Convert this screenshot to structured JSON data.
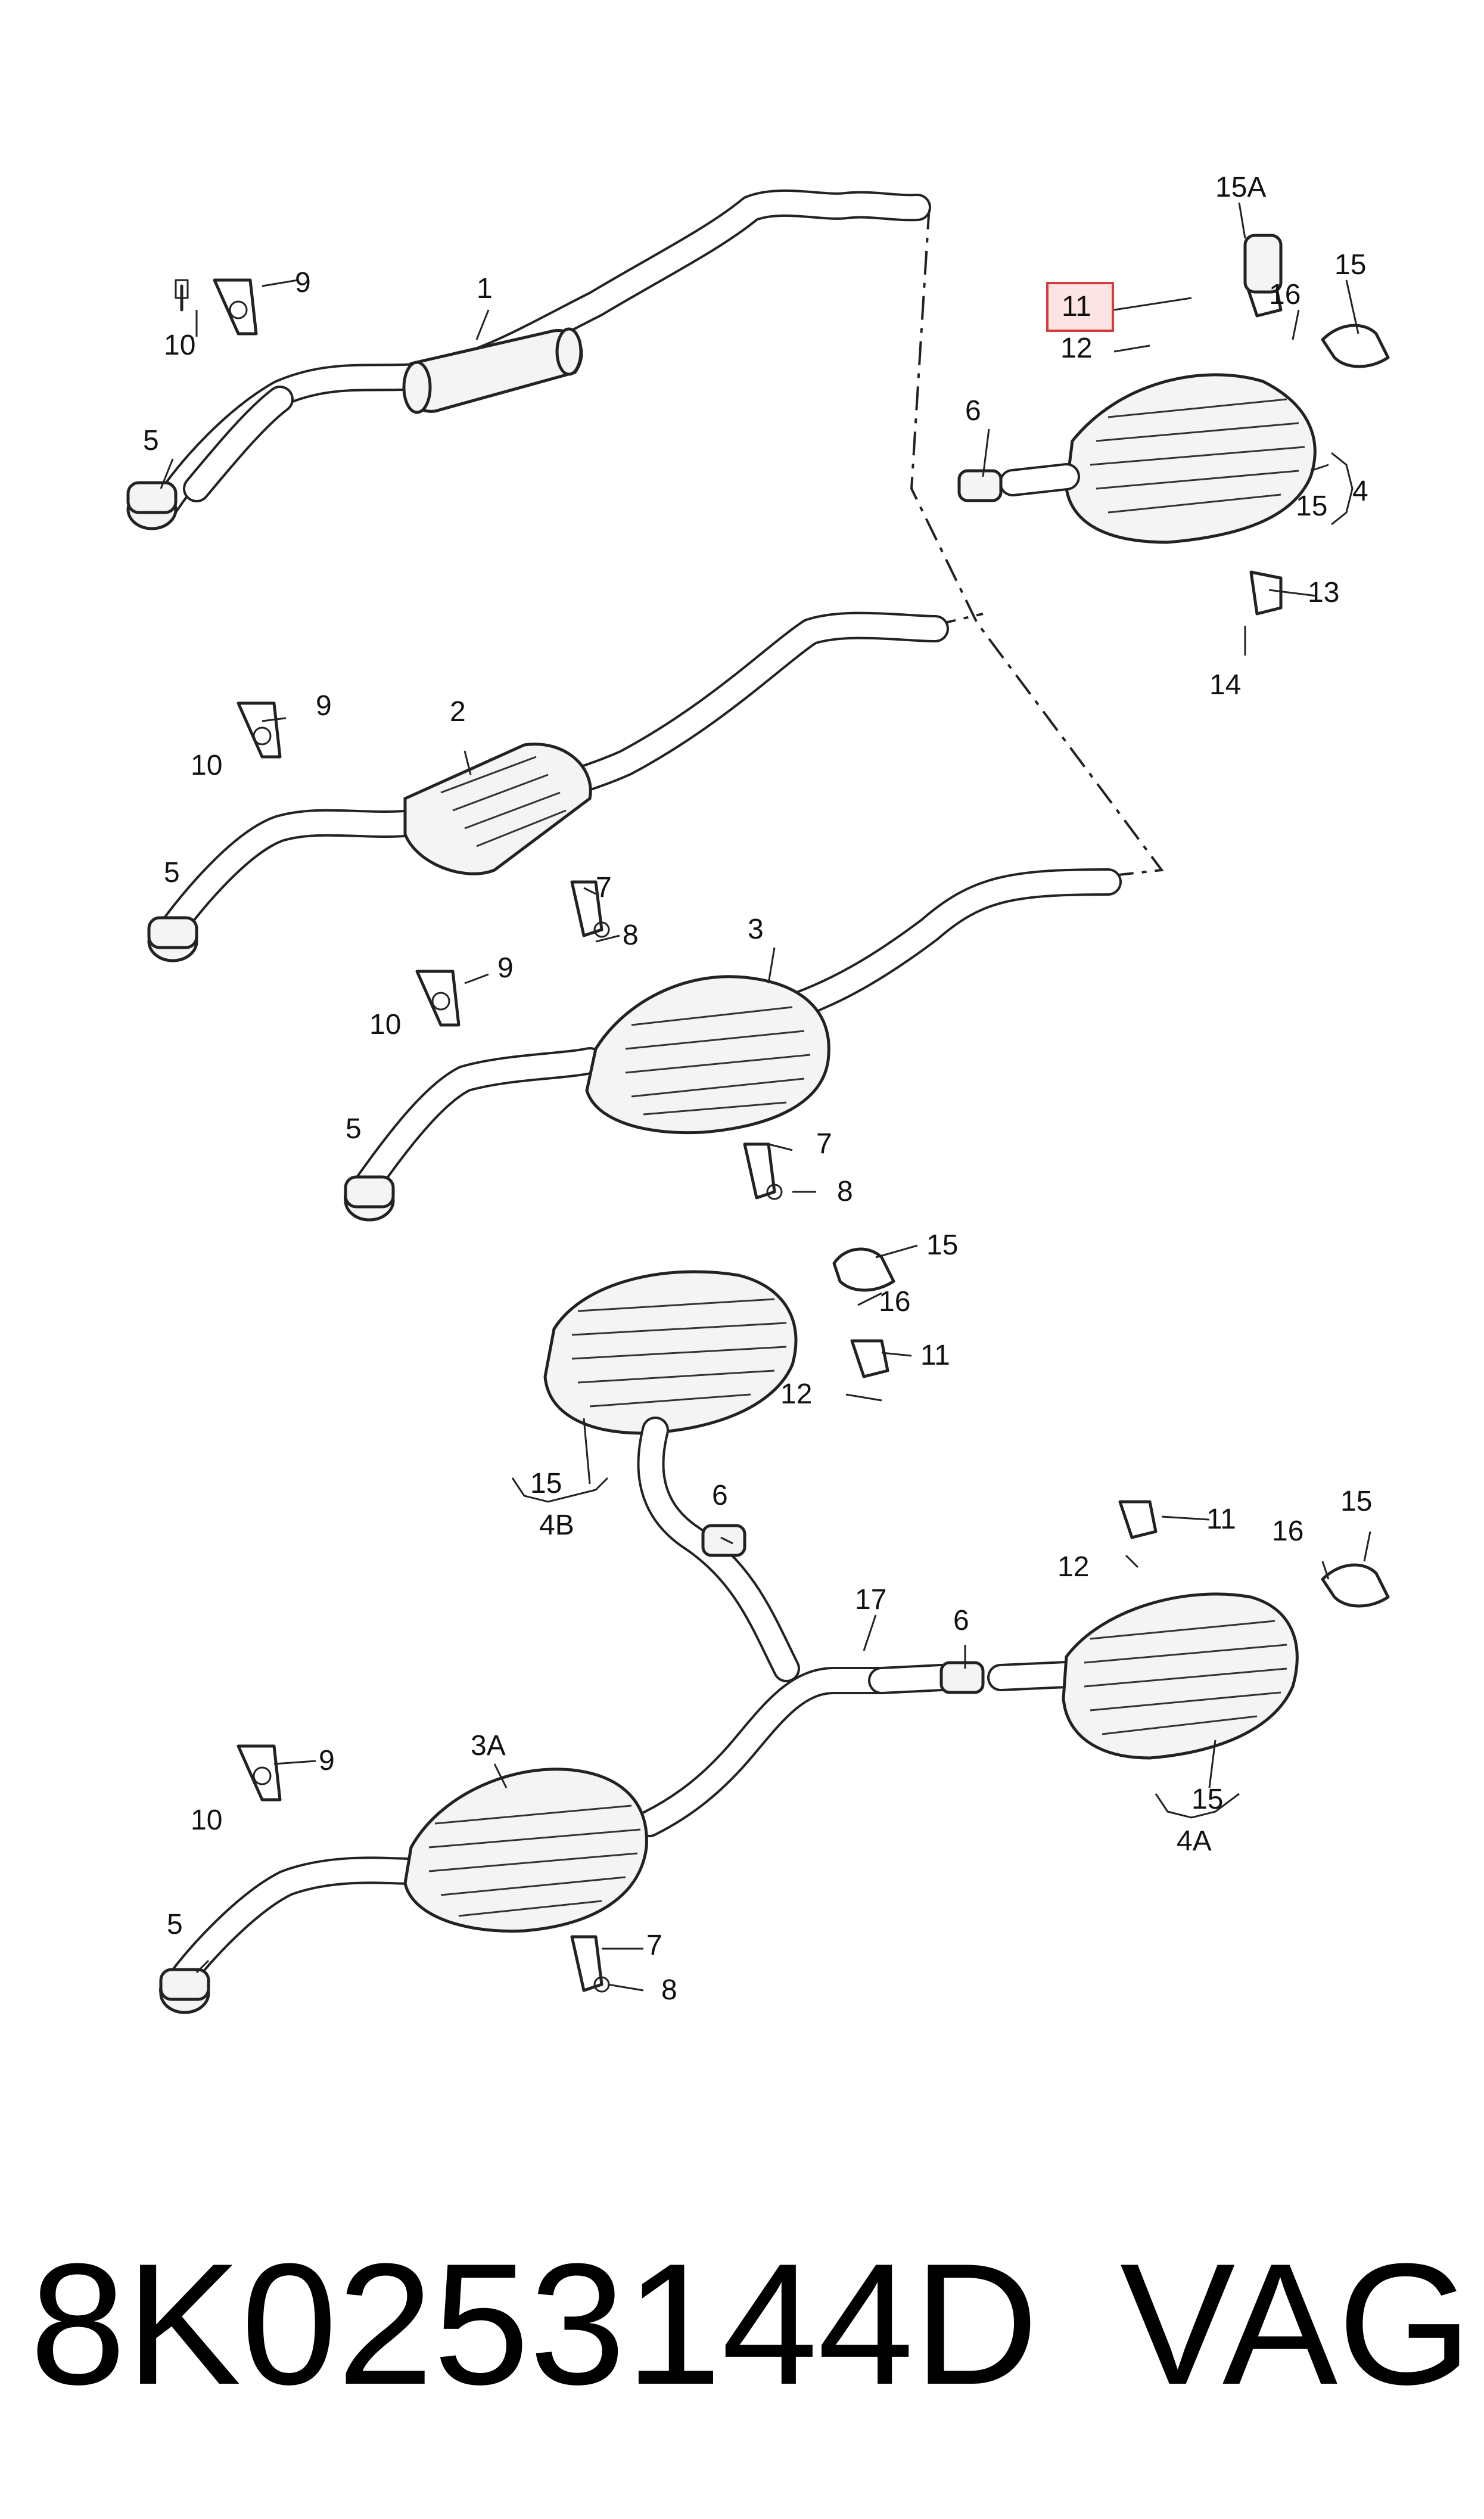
{
  "diagram": {
    "callouts": {
      "c1": "1",
      "c2": "2",
      "c3": "3",
      "c3A": "3A",
      "c4": "4",
      "c4A": "4A",
      "c4B": "4B",
      "c5": "5",
      "c6": "6",
      "c7": "7",
      "c8": "8",
      "c9": "9",
      "c10": "10",
      "c11": "11",
      "c12": "12",
      "c13": "13",
      "c14": "14",
      "c15": "15",
      "c15A": "15A",
      "c16": "16",
      "c17": "17"
    },
    "highlighted_callout": "11",
    "highlight_color": "#d23c3c"
  },
  "footer": {
    "part_number": "8K0253144D",
    "brand": "VAG"
  }
}
